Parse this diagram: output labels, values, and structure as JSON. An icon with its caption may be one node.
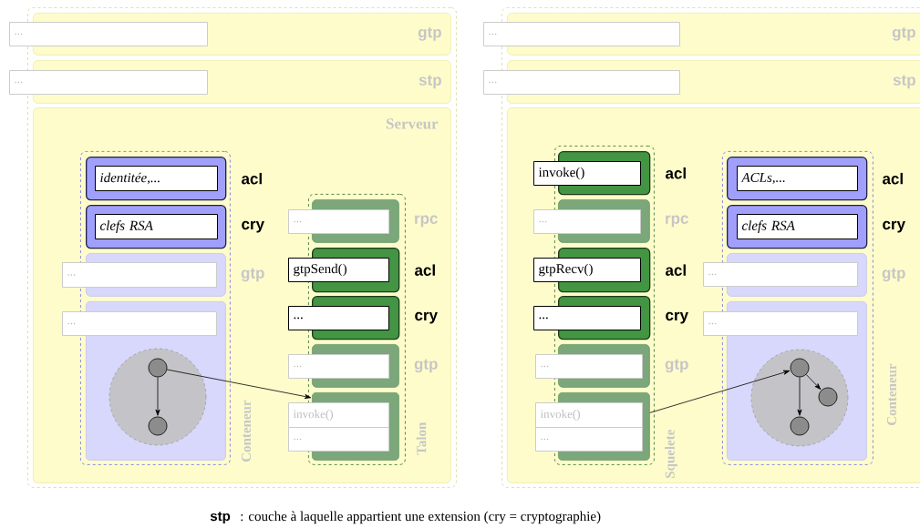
{
  "diagram": {
    "nodes": [
      {
        "text": [],
        "shape": "box"
      },
      {
        "text": [
          "gtp"
        ],
        "in": 0
      },
      {
        "text": [
          "..."
        ]
      },
      {
        "text": [
          "stp"
        ],
        "in": 0
      },
      {
        "text": [
          "..."
        ]
      },
      {
        "text": [
          "Serveur"
        ],
        "in": 0
      },
      {
        "text": [
          "Conteneur"
        ],
        "in": 5
      },
      {
        "text": [
          "acl"
        ],
        "in": 6
      },
      {
        "text": [
          "identitée,..."
        ],
        "in": 7
      },
      {
        "text": [
          "cry"
        ],
        "in": 6
      },
      {
        "text": [
          "clefs RSA"
        ],
        "in": 9
      },
      {
        "text": [
          "gtp"
        ],
        "in": 6
      },
      {
        "text": [
          "..."
        ],
        "in": 5
      },
      {
        "text": [],
        "shape": "box",
        "in": 6
      },
      {
        "text": [
          "..."
        ],
        "in": 5
      },
      {
        "text": [],
        "shape": "circle",
        "in": 13
      },
      {
        "text": [],
        "shape": "circle",
        "in": 15
      },
      {
        "text": [],
        "shape": "circle",
        "in": 15
      },
      {
        "text": [
          "Talon"
        ],
        "in": 5
      },
      {
        "text": [
          "rpc"
        ],
        "in": 18
      },
      {
        "text": [
          "..."
        ],
        "in": 5
      },
      {
        "text": [
          "acl"
        ],
        "in": 18
      },
      {
        "text": [
          "gtpSend()"
        ],
        "in": 5
      },
      {
        "text": [
          "cry"
        ],
        "in": 18
      },
      {
        "text": [
          "..."
        ],
        "in": 5
      },
      {
        "text": [
          "gtp"
        ],
        "in": 18
      },
      {
        "text": [
          "..."
        ],
        "in": 5
      },
      {
        "text": [],
        "shape": "box",
        "in": 18
      },
      {
        "text": [
          "invoke()"
        ],
        "in": 5
      },
      {
        "text": [
          "..."
        ],
        "in": 5
      },
      {
        "text": [],
        "shape": "box"
      },
      {
        "text": [
          "gtp"
        ],
        "in": 30
      },
      {
        "text": [
          "..."
        ]
      },
      {
        "text": [
          "stp"
        ],
        "in": 30
      },
      {
        "text": [
          "..."
        ]
      },
      {
        "text": [],
        "shape": "box",
        "in": 30
      },
      {
        "text": [
          "Squelete"
        ],
        "in": 35
      },
      {
        "text": [
          "acl"
        ],
        "in": 36
      },
      {
        "text": [
          "invoke()"
        ],
        "in": 35
      },
      {
        "text": [
          "rpc"
        ],
        "in": 36
      },
      {
        "text": [
          "..."
        ],
        "in": 35
      },
      {
        "text": [
          "acl"
        ],
        "in": 36
      },
      {
        "text": [
          "gtpRecv()"
        ],
        "in": 35
      },
      {
        "text": [
          "cry"
        ],
        "in": 36
      },
      {
        "text": [
          "..."
        ],
        "in": 35
      },
      {
        "text": [
          "gtp"
        ],
        "in": 36
      },
      {
        "text": [
          "..."
        ],
        "in": 35
      },
      {
        "text": [],
        "shape": "box",
        "in": 36
      },
      {
        "text": [
          "invoke()"
        ],
        "in": 35
      },
      {
        "text": [
          "..."
        ],
        "in": 35
      },
      {
        "text": [
          "Conteneur"
        ],
        "in": 35
      },
      {
        "text": [
          "acl"
        ],
        "in": 50
      },
      {
        "text": [
          "ACLs,..."
        ],
        "in": 51
      },
      {
        "text": [
          "cry"
        ],
        "in": 50
      },
      {
        "text": [
          "clefs RSA"
        ],
        "in": 53
      },
      {
        "text": [
          "gtp"
        ],
        "in": 50
      },
      {
        "text": [
          "..."
        ],
        "in": 35
      },
      {
        "text": [],
        "shape": "box",
        "in": 50
      },
      {
        "text": [
          "..."
        ],
        "in": 35
      },
      {
        "text": [],
        "shape": "circle",
        "in": 57
      },
      {
        "text": [],
        "shape": "circle",
        "in": 59
      },
      {
        "text": [],
        "shape": "circle",
        "in": 59
      },
      {
        "text": [],
        "shape": "circle",
        "in": 59
      }
    ],
    "edges": [
      {
        "from": 16,
        "to": 17,
        "arrow": "to"
      },
      {
        "from": 16,
        "to": 27,
        "arrow": "to"
      },
      {
        "from": 60,
        "to": 62,
        "arrow": "to"
      },
      {
        "from": 60,
        "to": 61,
        "arrow": "to"
      },
      {
        "from": 47,
        "to": 60,
        "arrow": "to"
      }
    ],
    "labels": [
      "stp",
      ": couche à laquelle appartient une extension (cry = cryptographie)"
    ]
  }
}
